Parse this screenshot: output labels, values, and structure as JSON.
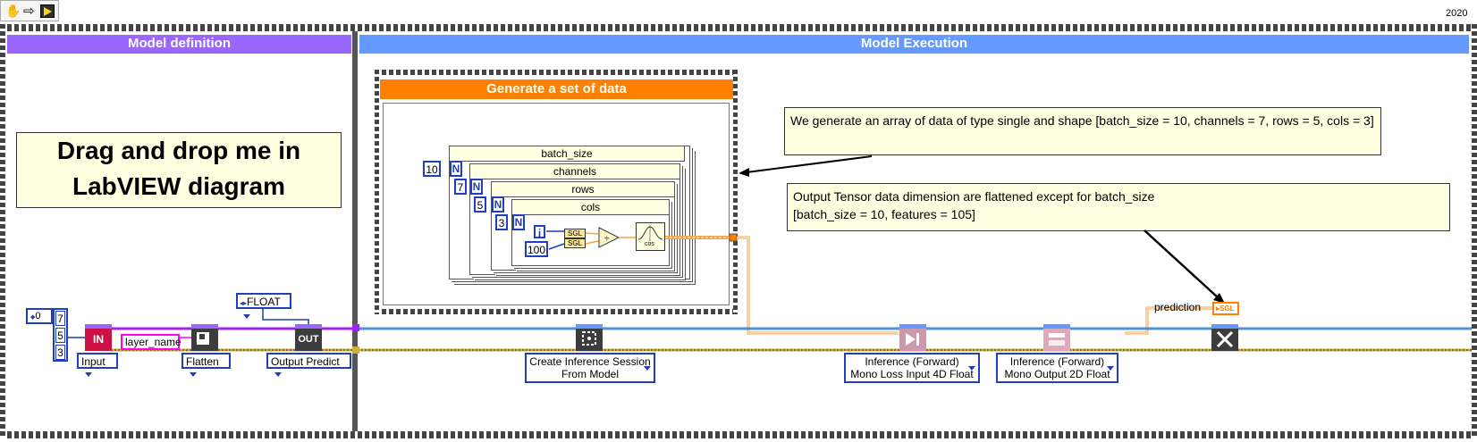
{
  "toolbar": {
    "icons": [
      "hand-icon",
      "arrow-icon",
      "run-icon"
    ]
  },
  "version": "2020",
  "panels": {
    "model_definition": {
      "title": "Model definition",
      "color": "#9966ff"
    },
    "model_execution": {
      "title": "Model Execution",
      "color": "#6699ff"
    }
  },
  "drag_note": {
    "line1": "Drag and drop me in",
    "line2": "LabVIEW diagram"
  },
  "generate": {
    "title": "Generate a set of data",
    "loops": {
      "batch": "batch_size",
      "channels": "channels",
      "rows": "rows",
      "cols": "cols"
    },
    "constants": {
      "batch": "10",
      "channels": "7",
      "rows": "5",
      "cols": "3",
      "hundred": "100"
    },
    "n_label": "N",
    "i_label": "i",
    "sgl": "SGL",
    "cos": "cos"
  },
  "notes": {
    "generate": "We generate an array of data of type single and shape [batch_size = 10, channels = 7, rows = 5, cols = 3]",
    "output_line1": "Output Tensor data dimension are flattened except for batch_size",
    "output_line2": "[batch_size = 10, features = 105]"
  },
  "input_array": {
    "index": "0",
    "values": [
      "7",
      "5",
      "3"
    ]
  },
  "nodes": {
    "in_label": "IN",
    "layer_name": "layer_name",
    "out_label": "OUT",
    "float_ring": "FLOAT",
    "input_sel": "Input",
    "flatten_sel": "Flatten",
    "output_predict_sel": "Output Predict",
    "create_session": {
      "line1": "Create Inference Session",
      "line2": "From Model"
    },
    "inference_loss": {
      "line1": "Inference (Forward)",
      "line2": "Mono Loss Input 4D Float"
    },
    "inference_output": {
      "line1": "Inference (Forward)",
      "line2": "Mono Output 2D Float"
    },
    "prediction": "prediction",
    "prediction_type": "SGL"
  },
  "colors": {
    "purple": "#9966ff",
    "blue": "#6699ff",
    "orange": "#ff8000",
    "wire_orange": "#f5a243",
    "wire_blue": "#4f90d8",
    "wire_purple": "#a020f0",
    "wire_yellow": "#c9b038"
  }
}
